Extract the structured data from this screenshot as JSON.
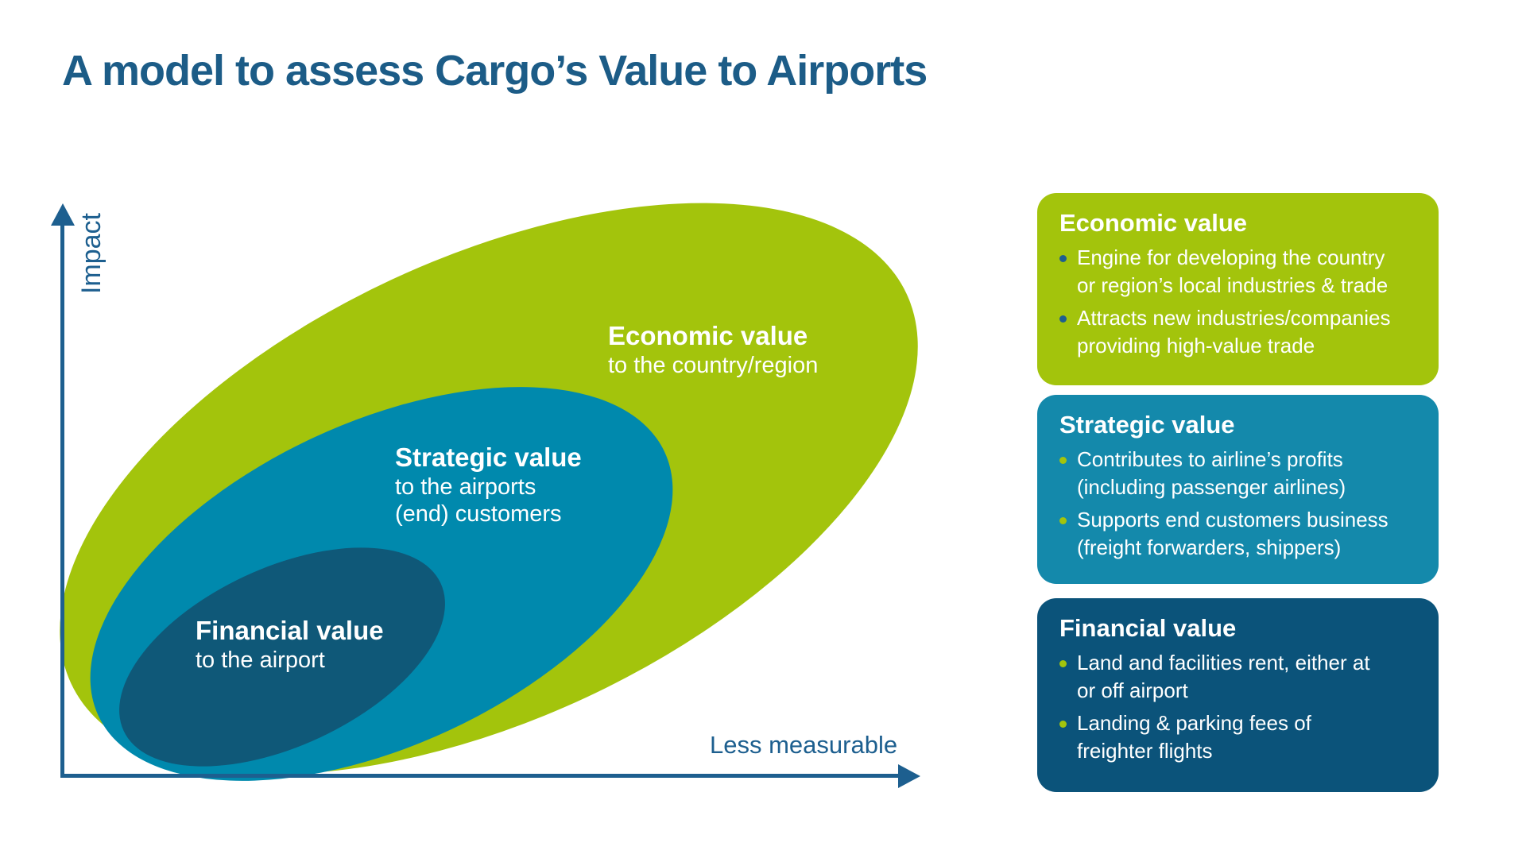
{
  "title": "A model to assess Cargo’s Value to Airports",
  "axes": {
    "y_label": "Impact",
    "x_label": "Less measurable"
  },
  "ellipses": [
    {
      "id": "economic",
      "label": "Economic value",
      "sublabel": "to the country/region",
      "color": "#a3c40c"
    },
    {
      "id": "strategic",
      "label": "Strategic value",
      "sublabel": "to the airports\n(end) customers",
      "color": "#0089ad"
    },
    {
      "id": "financial",
      "label": "Financial value",
      "sublabel": "to the airport",
      "color": "#0f5878"
    }
  ],
  "boxes": [
    {
      "id": "economic",
      "title": "Economic value",
      "color": "#a3c40c",
      "bullet_color": "#1d5f8f",
      "bullets": [
        "Engine for developing the country\nor region’s local industries & trade",
        "Attracts new industries/companies\nproviding high-value trade"
      ]
    },
    {
      "id": "strategic",
      "title": "Strategic value",
      "color": "#1489ab",
      "bullet_color": "#a3c40c",
      "bullets": [
        "Contributes to airline’s profits\n(including passenger airlines)",
        "Supports end customers business\n(freight forwarders, shippers)"
      ]
    },
    {
      "id": "financial",
      "title": "Financial value",
      "color": "#0b537a",
      "bullet_color": "#a3c40c",
      "bullets": [
        "Land and facilities rent, either at\nor off airport",
        "Landing & parking fees of\nfreighter flights"
      ]
    }
  ],
  "colors": {
    "title_text": "#1c5c87",
    "axis": "#1d5f8f",
    "label_text": "#ffffff"
  }
}
